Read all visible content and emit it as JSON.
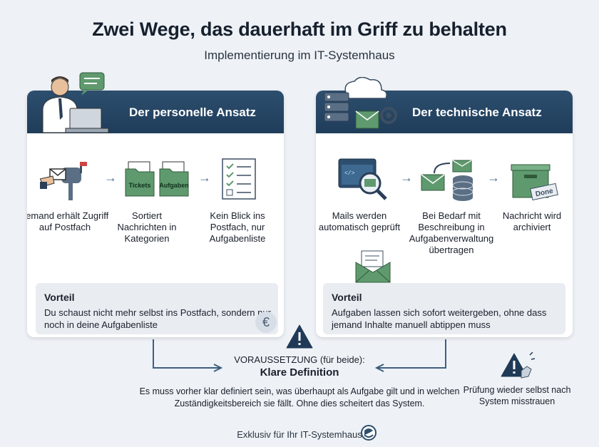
{
  "header": {
    "title": "Zwei Wege, das dauerhaft im Griff zu behalten",
    "subtitle": "Implementierung im IT-Systemhaus"
  },
  "left": {
    "title": "Der personelle Ansatz",
    "steps": [
      {
        "label": "Jemand erhält Zugriff auf Postfach",
        "icon": "mailbox-icon"
      },
      {
        "label": "Sortiert Nachrichten in Kategorien",
        "icon": "folders-icon",
        "folder_labels": [
          "Tickets",
          "Aufgaben"
        ]
      },
      {
        "label": "Kein Blick ins Postfach, nur Aufgabenliste",
        "icon": "checklist-icon"
      }
    ],
    "vorteil_title": "Vorteil",
    "vorteil_text": "Du schaust nicht mehr selbst ins Postfach, sondern nur noch in deine Aufgabenliste",
    "euro_symbol": "€"
  },
  "right": {
    "title": "Der technische Ansatz",
    "steps": [
      {
        "label": "Mails werden automatisch geprüft",
        "icon": "mail-scan-icon"
      },
      {
        "label": "Bei Bedarf mit Beschreibung in Aufgabenverwaltung übertragen",
        "icon": "mail-to-database-icon"
      },
      {
        "label": "Nachricht wird archiviert",
        "icon": "archive-box-icon",
        "badge": "Done"
      }
    ],
    "vorteil_title": "Vorteil",
    "vorteil_text": "Aufgaben lassen sich sofort weitergeben, ohne dass jemand Inhalte manuell abtippen muss"
  },
  "requirement": {
    "label": "VORAUSSETZUNG (für beide):",
    "title": "Klare Definition",
    "text": "Es muss vorher klar definiert sein, was überhaupt als Aufgabe gilt und in welchen Zuständigkeitsbereich sie fällt. Ohne dies scheitert das System."
  },
  "side_note": "Prüfung wieder selbst nach System misstrauen",
  "footer": "Exklusiv für Ihr IT-Systemhaus",
  "colors": {
    "header_blue": "#1f3d5a",
    "accent_green": "#5f9a6e",
    "warning_dark": "#1f3a57"
  }
}
